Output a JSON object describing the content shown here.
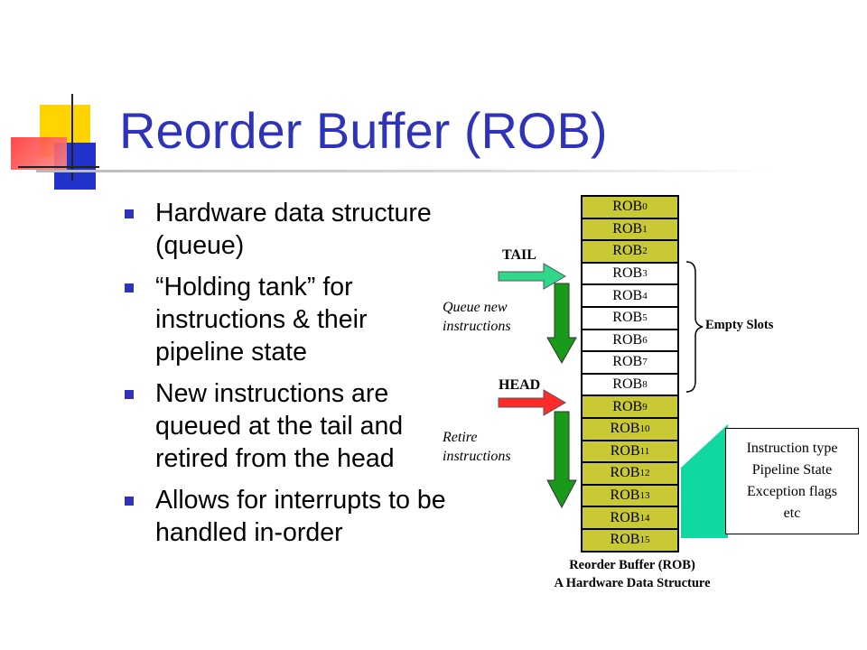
{
  "slide": {
    "title": "Reorder Buffer (ROB)",
    "bullets": [
      "Hardware data structure (queue)",
      "“Holding tank” for instructions & their pipeline state",
      "New instructions are queued at the tail and retired from the head",
      "Allows for interrupts to be handled in-order"
    ]
  },
  "diagram": {
    "rob_prefix": "ROB",
    "rob_entries": [
      "0",
      "1",
      "2",
      "3",
      "4",
      "5",
      "6",
      "7",
      "8",
      "9",
      "10",
      "11",
      "12",
      "13",
      "14",
      "15"
    ],
    "empty_range": [
      3,
      8
    ],
    "tail_label": "TAIL",
    "head_label": "HEAD",
    "queue_label": [
      "Queue new",
      "instructions"
    ],
    "retire_label": [
      "Retire",
      "instructions"
    ],
    "empty_slots_label": "Empty Slots",
    "info_lines": [
      "Instruction type",
      "Pipeline State",
      "Exception flags",
      "etc"
    ],
    "caption_line1": "Reorder Buffer (ROB)",
    "caption_line2": "A Hardware Data Structure"
  },
  "colors": {
    "title": "#2e33b8",
    "bullet": "#2e33b8",
    "rob_filled": "#c9c935",
    "rob_empty": "#ffffff",
    "tail_arrow": "#2fd88a",
    "head_arrow": "#ff2a2a",
    "down_arrow": "#1a9a1a",
    "callout": "#10d8a0",
    "deco_yellow": "#ffd400",
    "deco_blue": "#2233cc",
    "deco_red": "#ff3333"
  }
}
